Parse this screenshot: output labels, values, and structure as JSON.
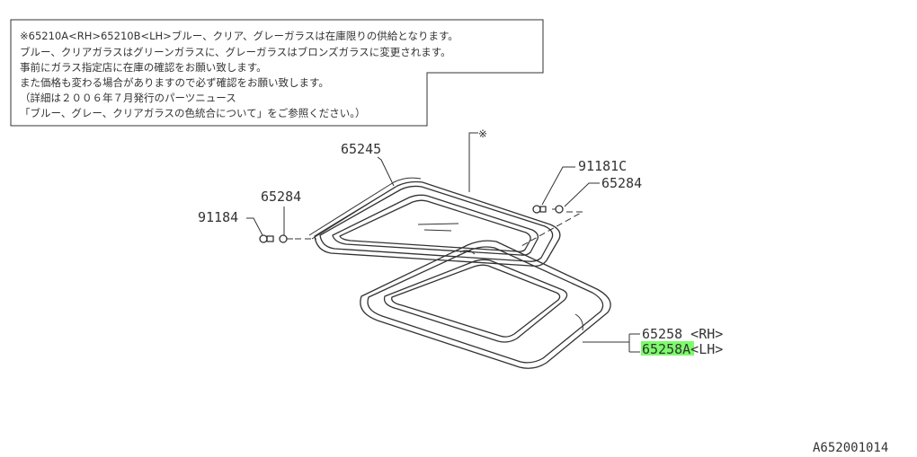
{
  "note": {
    "lines": [
      "※65210A<RH>65210B<LH>ブルー、クリア、グレーガラスは在庫限りの供給となります。",
      "ブルー、クリアガラスはグリーンガラスに、グレーガラスはブロンズガラスに変更されます。",
      "事前にガラス指定店に在庫の確認をお願い致します。",
      "また価格も変わる場合がありますので必ず確認をお願い致します。",
      "（詳細は２００６年７月発行のパーツニュース",
      "「ブルー、グレー、クリアガラスの色統合について」をご参照ください。）"
    ]
  },
  "parts": {
    "glass": "65245",
    "glass_ref_mark": "※",
    "clip_right": "91181C",
    "clip_left": "91184",
    "fastener_left": "65284",
    "fastener_right": "65284",
    "weatherstrip_rh": "65258 <RH>",
    "weatherstrip_lh_num": "65258",
    "weatherstrip_lh_suffix": "A<LH>"
  },
  "highlight_color": "#7CFC6A",
  "diagram_code": "A652001014"
}
